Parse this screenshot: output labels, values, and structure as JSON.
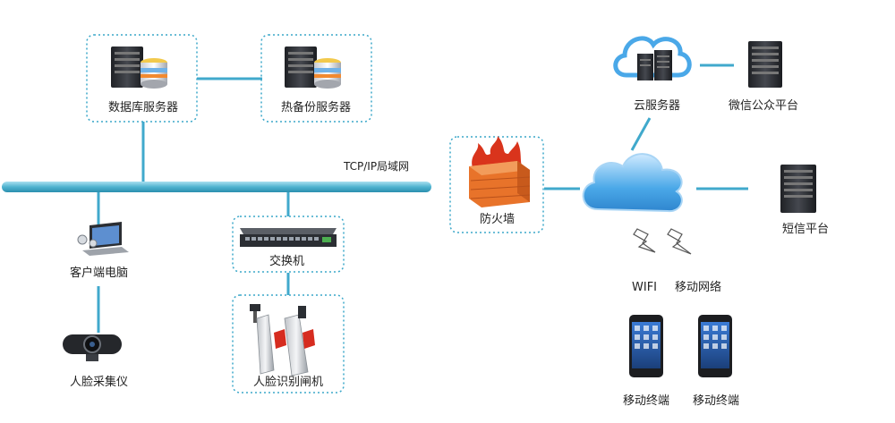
{
  "nodes": {
    "database_server": "数据库服务器",
    "hot_backup_server": "热备份服务器",
    "network": "TCP/IP局域网",
    "client_pc": "客户端电脑",
    "face_capture": "人脸采集仪",
    "switch": "交换机",
    "face_gate": "人脸识别闸机",
    "firewall": "防火墙",
    "cloud_server": "云服务器",
    "wechat": "微信公众平台",
    "sms": "短信平台",
    "wifi": "WIFI",
    "mobile_network": "移动网络",
    "mobile_terminal_1": "移动终端",
    "mobile_terminal_2": "移动终端"
  },
  "colors": {
    "bus": "#4fb3d0",
    "bus_dark": "#2b8fae",
    "dashed_border": "#3aa7c9",
    "connector": "#40a9cc",
    "server_dark": "#2f3238",
    "cloud_blue": "#4aa8e8",
    "firewall_orange": "#e8732a",
    "flame_red": "#d9341c"
  }
}
